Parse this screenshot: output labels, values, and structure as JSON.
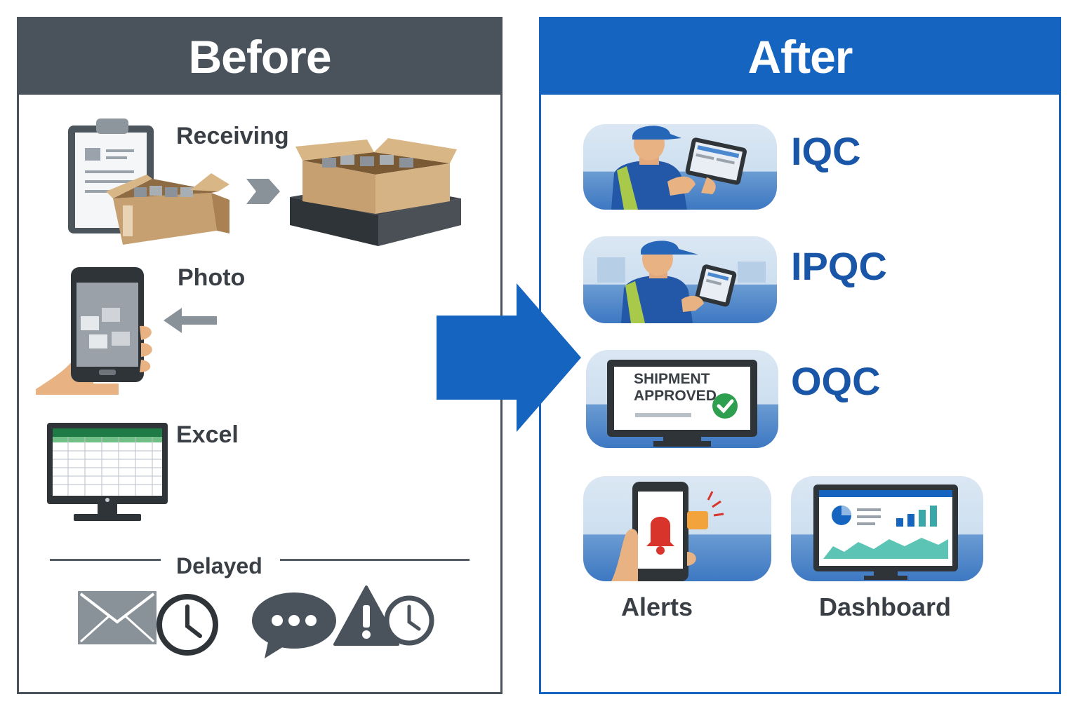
{
  "before": {
    "title": "Before",
    "steps": [
      {
        "label": "Receiving",
        "icons": [
          "clipboard-icon",
          "open-box-icon",
          "chevron-right-icon",
          "pallet-box-icon"
        ]
      },
      {
        "label": "Photo",
        "icons": [
          "smartphone-camera-icon",
          "arrow-left-icon"
        ]
      },
      {
        "label": "Excel",
        "icons": [
          "spreadsheet-monitor-icon"
        ]
      }
    ],
    "delayed": {
      "label": "Delayed",
      "icons": [
        "envelope-icon",
        "clock-icon",
        "chat-bubble-icon",
        "warning-icon",
        "clock-icon"
      ]
    }
  },
  "after": {
    "title": "After",
    "items": [
      {
        "label": "IQC",
        "icon": "inspector-tablet-icon"
      },
      {
        "label": "IPQC",
        "icon": "inspector-tablet-icon"
      },
      {
        "label": "OQC",
        "icon": "monitor-approved-icon",
        "screen_text_line1": "SHIPMENT",
        "screen_text_line2": "APPROVED"
      }
    ],
    "bottom": [
      {
        "label": "Alerts",
        "icon": "phone-bell-icon"
      },
      {
        "label": "Dashboard",
        "icon": "dashboard-monitor-icon"
      }
    ]
  },
  "transition_icon": "big-arrow-right-icon",
  "colors": {
    "before_header": "#4a535b",
    "after_header": "#1565c0",
    "accent_blue": "#1a56a8",
    "check_green": "#2e9e4f",
    "alert_red": "#d9342b"
  }
}
